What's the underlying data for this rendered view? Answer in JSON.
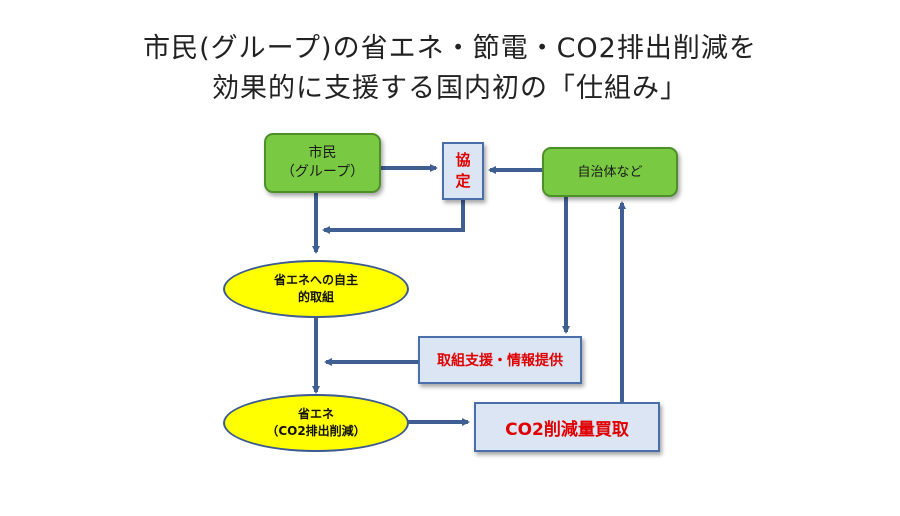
{
  "title": {
    "line1": "市民(グループ)の省エネ・節電・CO2排出削減を",
    "line2": "効果的に支援する国内初の「仕組み」"
  },
  "nodes": {
    "citizens": {
      "line1": "市民",
      "line2": "（グループ）"
    },
    "agreement": {
      "line1": "協",
      "line2": "定"
    },
    "municipality": {
      "label": "自治体など"
    },
    "voluntary_effort": {
      "line1": "省エネへの自主",
      "line2": "的取組"
    },
    "support": {
      "label": "取組支援・情報提供"
    },
    "energy_saving": {
      "line1": "省エネ",
      "line2": "（CO2排出削減）"
    },
    "co2_purchase": {
      "label": "CO2削減量買取"
    }
  },
  "colors": {
    "green_box": "#7ac943",
    "yellow_ellipse": "#ffff00",
    "blue_box": "#dbe5f4",
    "arrow": "#3f5f93",
    "red_text": "#e00000"
  }
}
